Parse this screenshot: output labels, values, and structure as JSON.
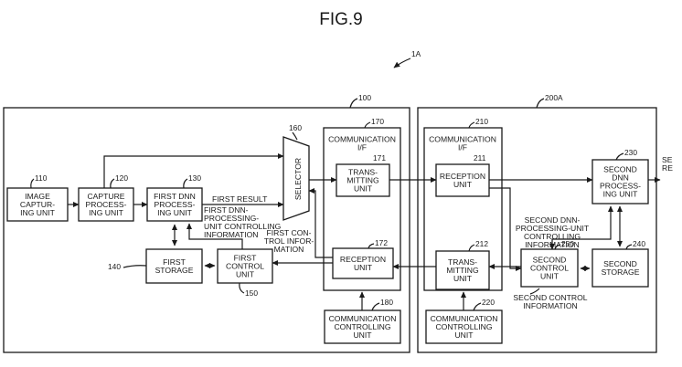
{
  "figure": {
    "title": "FIG.9",
    "system_ref": "1A"
  },
  "frames": {
    "left_ref": "100",
    "right_ref": "200A"
  },
  "blocks": {
    "image_capturing": {
      "ref": "110",
      "lines": [
        "IMAGE",
        "CAPTUR-",
        "ING UNIT"
      ]
    },
    "capture_processing": {
      "ref": "120",
      "lines": [
        "CAPTURE",
        "PROCESS-",
        "ING UNIT"
      ]
    },
    "first_dnn": {
      "ref": "130",
      "lines": [
        "FIRST DNN",
        "PROCESS-",
        "ING UNIT"
      ]
    },
    "first_storage": {
      "ref": "140",
      "lines": [
        "FIRST",
        "STORAGE"
      ]
    },
    "first_control": {
      "ref": "150",
      "lines": [
        "FIRST",
        "CONTROL",
        "UNIT"
      ]
    },
    "selector": {
      "ref": "160",
      "label": "SELECTOR"
    },
    "comm_if_left": {
      "ref": "170",
      "lines": [
        "COMMUNICATION",
        "I/F"
      ]
    },
    "tx_left": {
      "ref": "171",
      "lines": [
        "TRANS-",
        "MITTING",
        "UNIT"
      ]
    },
    "rx_left": {
      "ref": "172",
      "lines": [
        "RECEPTION",
        "UNIT"
      ]
    },
    "comm_ctrl_left": {
      "ref": "180",
      "lines": [
        "COMMUNICATION",
        "CONTROLLING",
        "UNIT"
      ]
    },
    "comm_if_right": {
      "ref": "210",
      "lines": [
        "COMMUNICATION",
        "I/F"
      ]
    },
    "rx_right": {
      "ref": "211",
      "lines": [
        "RECEPTION",
        "UNIT"
      ]
    },
    "tx_right": {
      "ref": "212",
      "lines": [
        "TRANS-",
        "MITTING",
        "UNIT"
      ]
    },
    "comm_ctrl_right": {
      "ref": "220",
      "lines": [
        "COMMUNICATION",
        "CONTROLLING",
        "UNIT"
      ]
    },
    "second_dnn": {
      "ref": "230",
      "lines": [
        "SECOND",
        "DNN",
        "PROCESS-",
        "ING UNIT"
      ]
    },
    "second_storage": {
      "ref": "240",
      "lines": [
        "SECOND",
        "STORAGE"
      ]
    },
    "second_control": {
      "ref": "250",
      "lines": [
        "SECOND",
        "CONTROL",
        "UNIT"
      ]
    }
  },
  "signals": {
    "first_result": "FIRST RESULT",
    "first_dnn_ctrl_info": [
      "FIRST DNN-",
      "PROCESSING-",
      "UNIT CONTROLLING",
      "INFORMATION"
    ],
    "first_ctrl_info": [
      "FIRST CON-",
      "TROL INFOR-",
      "MATION"
    ],
    "second_dnn_ctrl_info": [
      "SECOND DNN-",
      "PROCESSING-UNIT",
      "CONTROLLING",
      "INFORMATION"
    ],
    "second_ctrl_info": [
      "SECOND CONTROL",
      "INFORMATION"
    ],
    "second_result_cut": [
      "SE",
      "RE"
    ]
  }
}
